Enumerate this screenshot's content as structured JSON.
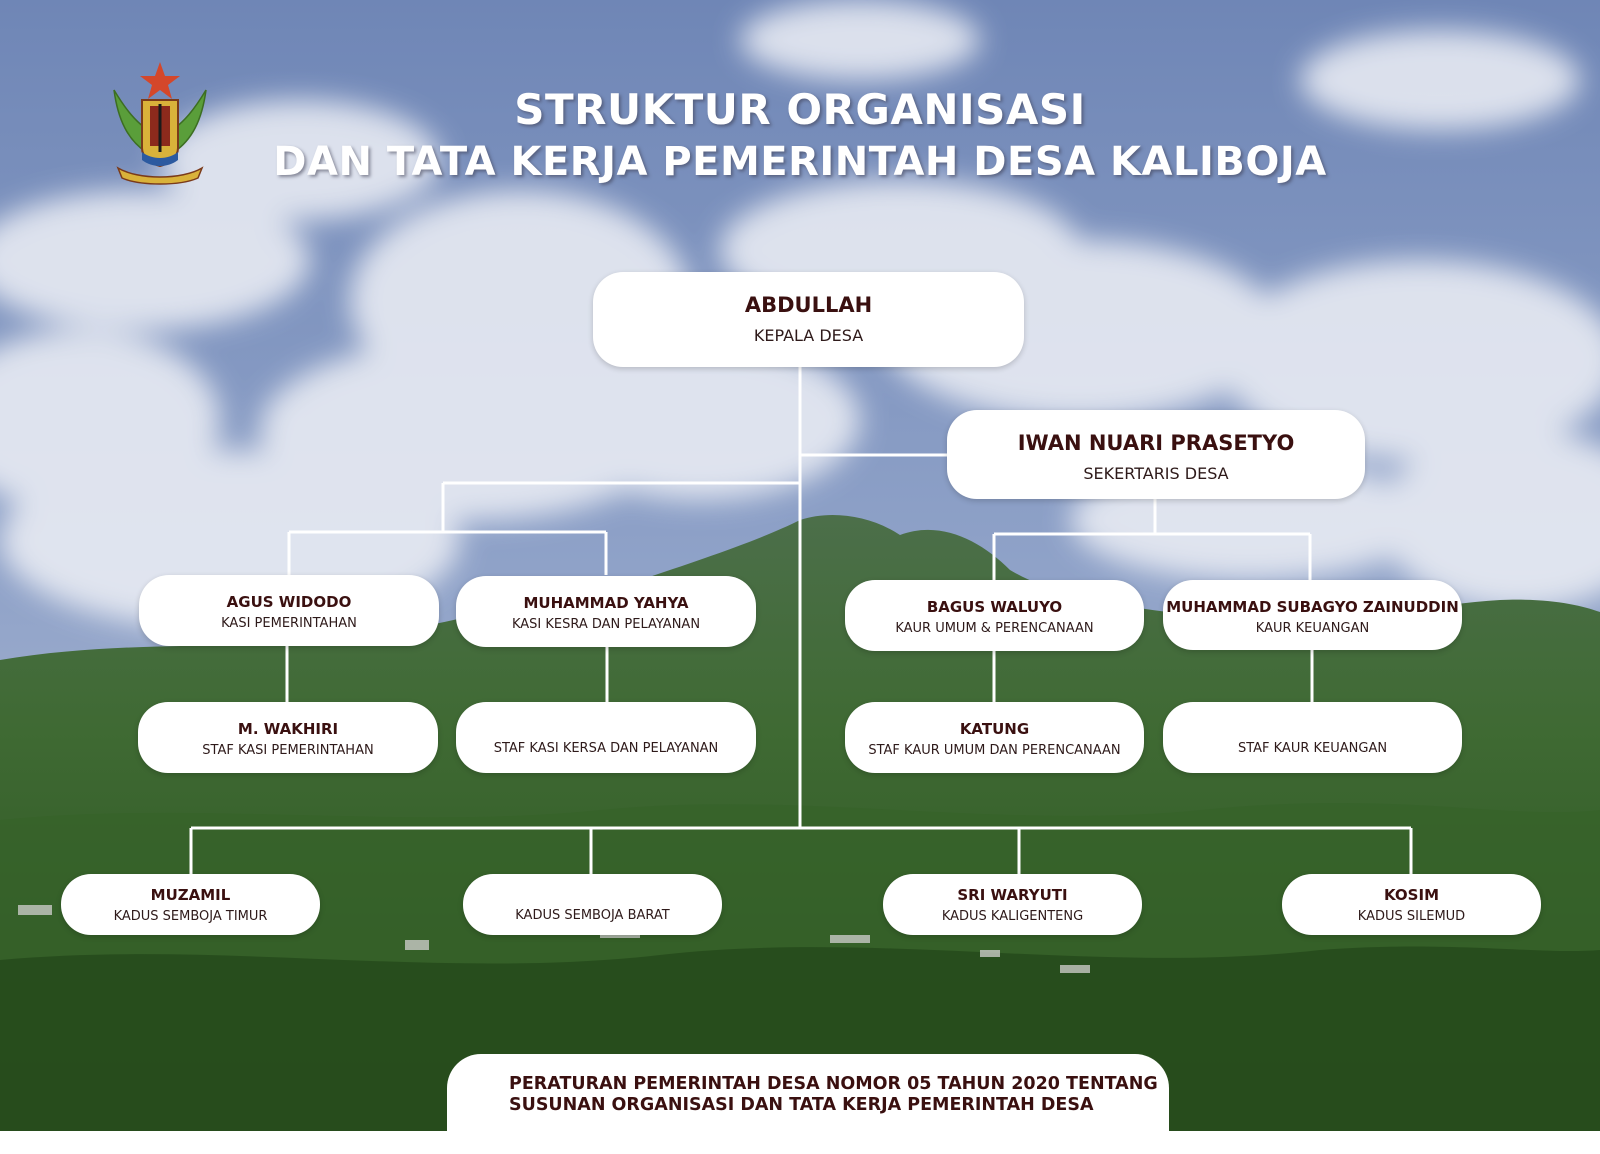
{
  "header": {
    "title_line1": "STRUKTUR ORGANISASI",
    "title_line2": "DAN TATA KERJA PEMERINTAH DESA KALIBOJA"
  },
  "logo": {
    "icon": "regional-emblem-icon",
    "colors": {
      "star": "#d4472a",
      "wings": "#5a9e3a",
      "gold": "#d9b23a"
    }
  },
  "colors": {
    "name_text": "#3a1010",
    "connector": "#ffffff",
    "sky": "#7f93bd",
    "forest": "#2f5a23"
  },
  "chart": {
    "head": {
      "name": "ABDULLAH",
      "role": "KEPALA DESA"
    },
    "secretary": {
      "name": "IWAN NUARI PRASETYO",
      "role": "SEKERTARIS DESA"
    },
    "kasi": [
      {
        "name": "AGUS WIDODO",
        "role": "KASI PEMERINTAHAN"
      },
      {
        "name": "MUHAMMAD YAHYA",
        "role": "KASI KESRA DAN PELAYANAN"
      }
    ],
    "kaur": [
      {
        "name": "BAGUS WALUYO",
        "role": "KAUR UMUM & PERENCANAAN"
      },
      {
        "name": "MUHAMMAD SUBAGYO ZAINUDDIN",
        "role": "KAUR KEUANGAN"
      }
    ],
    "staff": [
      {
        "name": "M. WAKHIRI",
        "role": "STAF KASI PEMERINTAHAN"
      },
      {
        "name": "",
        "role": "STAF KASI KERSA DAN PELAYANAN"
      },
      {
        "name": "KATUNG",
        "role": "STAF KAUR UMUM DAN PERENCANAAN"
      },
      {
        "name": "",
        "role": "STAF KAUR KEUANGAN"
      }
    ],
    "kadus": [
      {
        "name": "MUZAMIL",
        "role": "KADUS SEMBOJA TIMUR"
      },
      {
        "name": "",
        "role": "KADUS SEMBOJA BARAT"
      },
      {
        "name": "SRI WARYUTI",
        "role": "KADUS KALIGENTENG"
      },
      {
        "name": "KOSIM",
        "role": "KADUS SILEMUD"
      }
    ]
  },
  "footer": {
    "line1": "PERATURAN PEMERINTAH DESA NOMOR 05 TAHUN 2020 TENTANG",
    "line2": "SUSUNAN ORGANISASI DAN TATA KERJA PEMERINTAH DESA"
  }
}
